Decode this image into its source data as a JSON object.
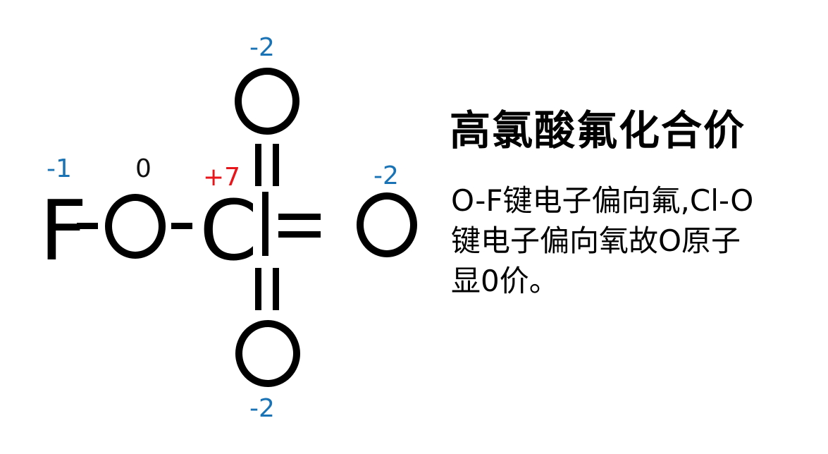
{
  "title": "高氯酸氟化合价",
  "description": {
    "line1": "O-F键电子偏向氟,Cl-O",
    "line2": "键电子偏向氧故O原子",
    "line3": "显0价。"
  },
  "structure": {
    "atoms": {
      "F": "F",
      "O_bridge": "O",
      "Cl": "Cl",
      "O_right": "O",
      "O_top": "O",
      "O_bottom": "O"
    },
    "bonds": {
      "F_O": "-",
      "O_Cl": "-"
    },
    "oxidation_states": {
      "F": "-1",
      "O_bridge": "0",
      "Cl": "+7",
      "O_right": "-2",
      "O_top": "-2",
      "O_bottom": "-2"
    }
  },
  "colors": {
    "negative": "#1a73b5",
    "positive": "#e8161b",
    "zero": "#111111"
  }
}
